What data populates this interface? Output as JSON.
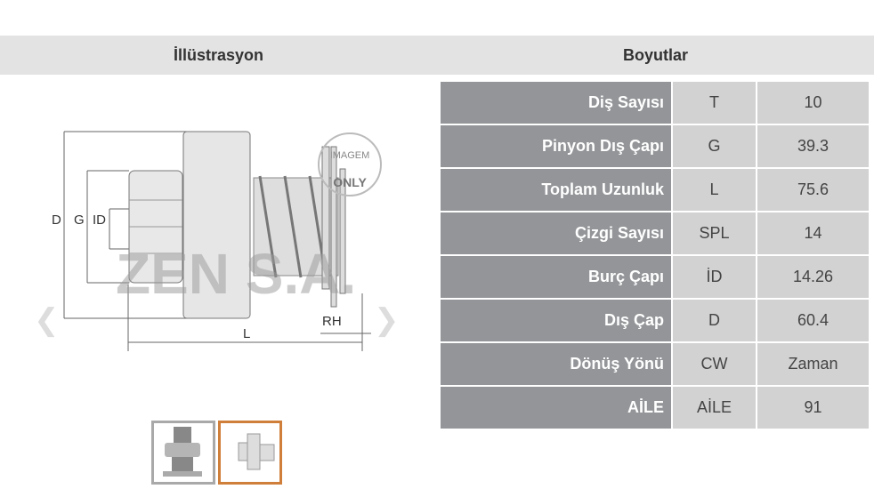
{
  "headers": {
    "illustration": "İllüstrasyon",
    "dimensions": "Boyutlar"
  },
  "drawing": {
    "labels": {
      "d": "D",
      "g": "G",
      "id": "ID",
      "l": "L",
      "rh": "RH"
    },
    "watermark": "ZEN S.A.",
    "stamp_top": "IMAGEM",
    "stamp_bottom": "ONLY"
  },
  "rows": [
    {
      "label": "Diş Sayısı",
      "code": "T",
      "value": "10"
    },
    {
      "label": "Pinyon Dış Çapı",
      "code": "G",
      "value": "39.3"
    },
    {
      "label": "Toplam Uzunluk",
      "code": "L",
      "value": "75.6"
    },
    {
      "label": "Çizgi Sayısı",
      "code": "SPL",
      "value": "14"
    },
    {
      "label": "Burç Çapı",
      "code": "İD",
      "value": "14.26"
    },
    {
      "label": "Dış Çap",
      "code": "D",
      "value": "60.4"
    },
    {
      "label": "Dönüş Yönü",
      "code": "CW",
      "value": "Zaman"
    },
    {
      "label": "AİLE",
      "code": "AİLE",
      "value": "91"
    }
  ],
  "colors": {
    "active_thumb": "#d07f3a",
    "label_cell": "#939598"
  }
}
